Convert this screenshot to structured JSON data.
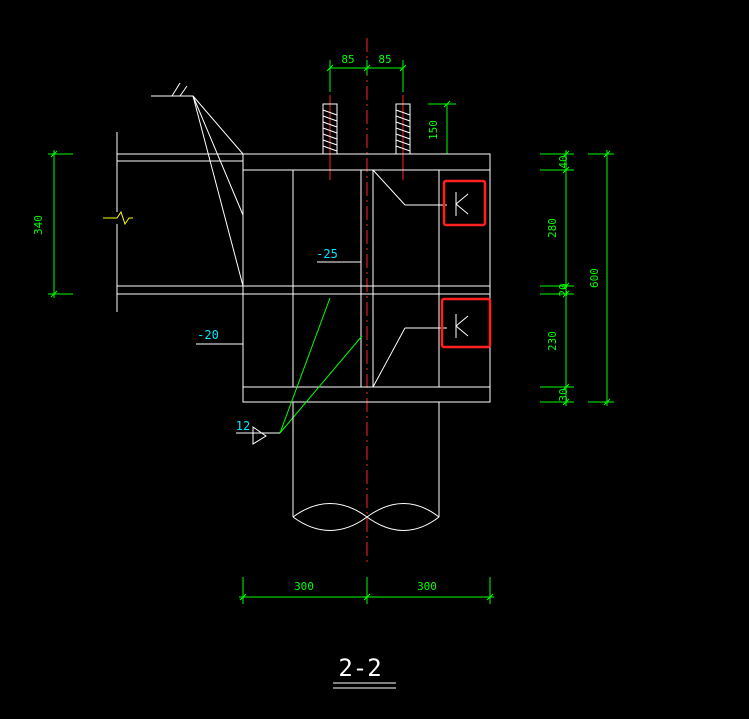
{
  "colors": {
    "background": "#000000",
    "outline": "#ffffff",
    "dimension": "#00ff00",
    "centerline": "#ff2222",
    "label": "#00e5ff",
    "highlight": "#ff2020",
    "break": "#ffff00"
  },
  "title": "2-2",
  "dimensions": {
    "top_left": "85",
    "top_right": "85",
    "bolt_height": "150",
    "left_height": "340",
    "right_seg_1": "40",
    "right_seg_2": "280",
    "right_seg_3": "20",
    "right_seg_4": "230",
    "right_seg_5": "30",
    "right_total": "600",
    "bottom_left": "300",
    "bottom_right": "300"
  },
  "labels": {
    "plate_25": "-25",
    "plate_20": "-20",
    "weld_12": "12"
  },
  "icons": {
    "weld_symbol": "weld-symbol-icon",
    "highlight": "red-highlight-box"
  }
}
